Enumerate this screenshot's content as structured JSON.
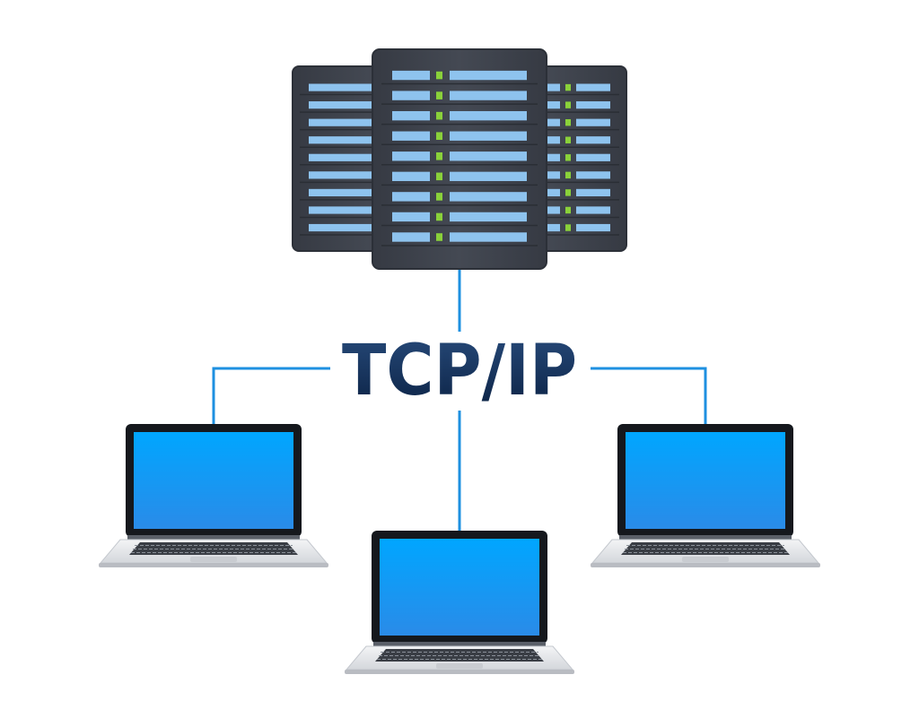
{
  "title": "TCP/IP",
  "colors": {
    "link": "#1e90e0",
    "title_top": "#274a7a",
    "title_bottom": "#0b2244",
    "rack_body": "#3e434d",
    "rack_border": "#2c3038",
    "drive_bay": "#8ec3ee",
    "status_led": "#8ad13a",
    "laptop_screen_top": "#00a6ff",
    "laptop_screen_bottom": "#2a8be8",
    "laptop_bezel": "#15181d",
    "laptop_base": "#e7e9ec"
  },
  "nodes": [
    {
      "id": "server",
      "kind": "server-rack",
      "icon": "server-rack-icon"
    },
    {
      "id": "laptop-left",
      "kind": "laptop",
      "icon": "laptop-icon"
    },
    {
      "id": "laptop-center",
      "kind": "laptop",
      "icon": "laptop-icon"
    },
    {
      "id": "laptop-right",
      "kind": "laptop",
      "icon": "laptop-icon"
    }
  ],
  "links": [
    {
      "from": "server",
      "to": "hub"
    },
    {
      "from": "hub",
      "to": "laptop-left"
    },
    {
      "from": "hub",
      "to": "laptop-center"
    },
    {
      "from": "hub",
      "to": "laptop-right"
    }
  ]
}
